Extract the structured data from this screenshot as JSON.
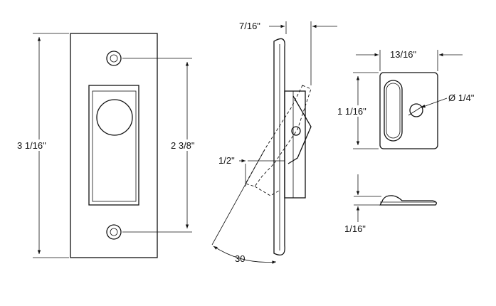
{
  "front_view": {
    "height_label": "3  1/16\"",
    "hole_spacing_label": "2 3/8\""
  },
  "side_view": {
    "thickness_label": "7/16\"",
    "offset_label": "1/2\"",
    "angle_label": "30"
  },
  "pull_view": {
    "width_label": "13/16\"",
    "height_label": "1  1/16\"",
    "hole_label": "Ø 1/4\"",
    "profile_label": "1/16\""
  }
}
